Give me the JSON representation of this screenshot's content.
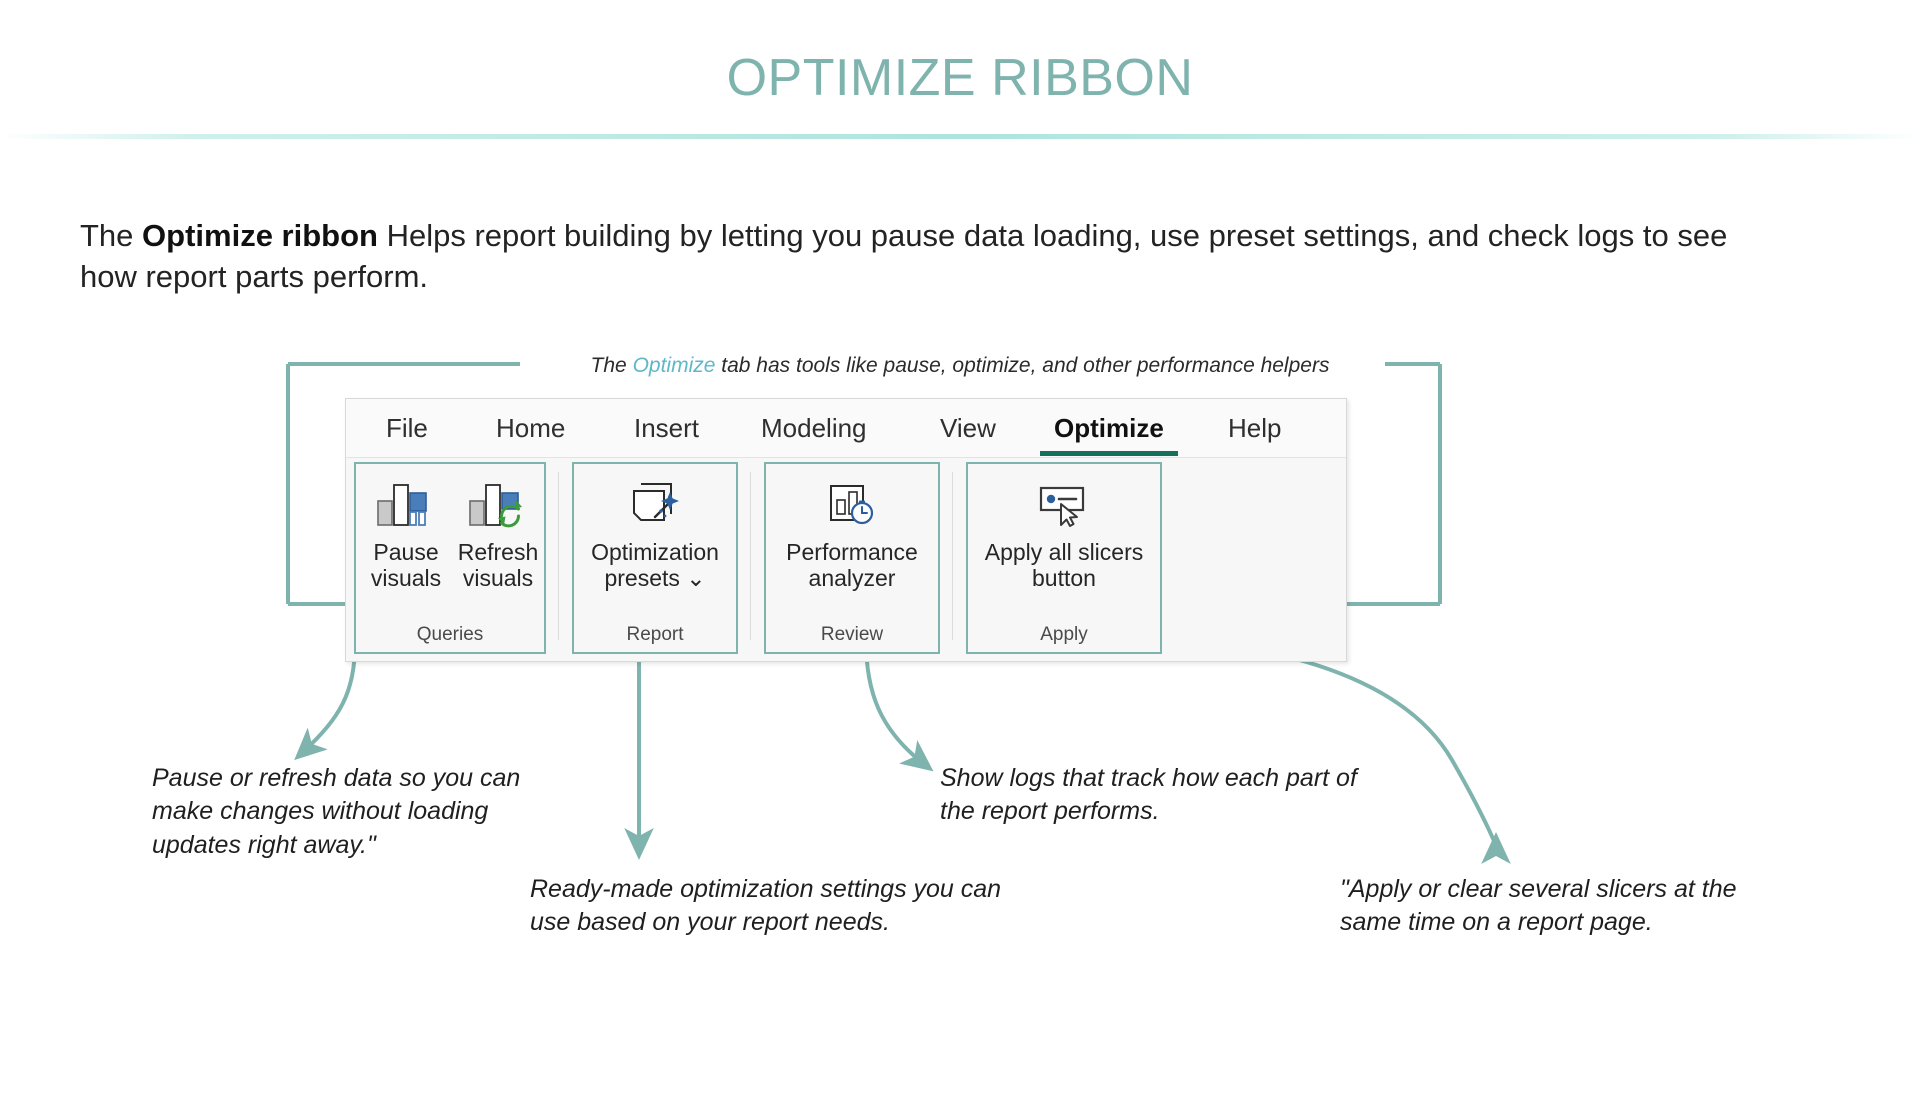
{
  "header": {
    "title": "OPTIMIZE RIBBON",
    "title_color": "#7FB3AE",
    "rule_color": "#AEE4DE"
  },
  "intro": {
    "lead": "The ",
    "bold": "Optimize ribbon",
    "rest": " Helps report building by letting you pause data loading, use preset settings, and check logs to see how report parts perform."
  },
  "diagram": {
    "caption_before": "The ",
    "caption_highlight": "Optimize",
    "caption_after": " tab has tools like pause, optimize, and other performance helpers",
    "bracket_color": "#7FB3AE",
    "accent_color": "#14715C"
  },
  "ribbon": {
    "tabs": [
      {
        "label": "File",
        "active": false
      },
      {
        "label": "Home",
        "active": false
      },
      {
        "label": "Insert",
        "active": false
      },
      {
        "label": "Modeling",
        "active": false
      },
      {
        "label": "View",
        "active": false
      },
      {
        "label": "Optimize",
        "active": true
      },
      {
        "label": "Help",
        "active": false
      }
    ],
    "groups": [
      {
        "name": "Queries",
        "commands": [
          {
            "line1": "Pause",
            "line2": "visuals",
            "icon": "pause-visuals-icon"
          },
          {
            "line1": "Refresh",
            "line2": "visuals",
            "icon": "refresh-visuals-icon"
          }
        ]
      },
      {
        "name": "Report",
        "commands": [
          {
            "line1": "Optimization",
            "line2": "presets ⌄",
            "icon": "optimization-presets-icon"
          }
        ]
      },
      {
        "name": "Review",
        "commands": [
          {
            "line1": "Performance",
            "line2": "analyzer",
            "icon": "performance-analyzer-icon"
          }
        ]
      },
      {
        "name": "Apply",
        "commands": [
          {
            "line1": "Apply all slicers",
            "line2": "button",
            "icon": "apply-all-slicers-icon"
          }
        ]
      }
    ]
  },
  "annotations": {
    "pause": "Pause or refresh data so you can make changes without loading updates right away.\"",
    "presets": "Ready-made optimization settings you can use based on your report needs.",
    "perf": "Show logs that track how each part of the report performs.",
    "slicers": "\"Apply or clear several slicers at the same time on a report page."
  }
}
